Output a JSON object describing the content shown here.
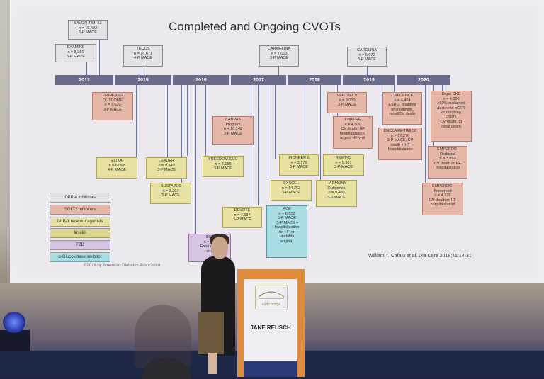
{
  "slide": {
    "title": "Completed and Ongoing CVOTs",
    "citation": "William T. Cefalu et al. Dia Care 2018;41:14-31",
    "copyright": "©2018 by American Diabetes Association",
    "years": [
      "2013",
      "2015",
      "2016",
      "2017",
      "2018",
      "2019",
      "2020"
    ],
    "top_boxes": [
      {
        "text": "SAVOR-TIMI 53\nn = 16,492\n3-P MACE"
      },
      {
        "text": "EXAMINE\nn = 5,380\n3-P MACE"
      },
      {
        "text": "TECOS\nn = 14,671\n4-P MACE"
      },
      {
        "text": "CARMELINA\nn = 7,003\n3-P MACE"
      },
      {
        "text": "CAROLINA\nn = 6,072\n3-P MACE"
      }
    ],
    "bottom_boxes": [
      {
        "text": "EMPA-REG\nOUTCOME\nn = 7,020\n3-P MACE"
      },
      {
        "text": "CANVAS\nProgram\nn = 10,142\n3-P MACE"
      },
      {
        "text": "VERTIS CV\nn = 8,000\n3-P MACE"
      },
      {
        "text": "Dapa-HF\nn = 4,500\nCV death, HF\nhospitalization,\nurgent HF visit"
      },
      {
        "text": "CREDENCE\nn = 4,464\nESRD, doubling\nof creatinine,\nrenal/CV death"
      },
      {
        "text": "DECLARE-TIMI 58\nn = 17,276\n3-P MACE, CV\ndeath + HF\nhospitalization"
      },
      {
        "text": "Dapa-CKD\nn = 4,000\n≥50% sustained\ndecline in eGFR\nor reaching\nESRD,\nCV death, or\nrenal death"
      },
      {
        "text": "EMPEROR-\nReduced\nn = 3,850\nCV death or HF\nhospitalization"
      },
      {
        "text": "EMPEROR-\nPreserved\nn = 4,126\nCV death or HF\nhospitalization"
      },
      {
        "text": "ELIXA\nn = 6,068\n4-P MACE"
      },
      {
        "text": "LEADER\nn = 9,340\n3-P MACE"
      },
      {
        "text": "SUSTAIN-6\nn = 3,297\n3-P MACE"
      },
      {
        "text": "FREEDOM-CVO\nn = 4,156\n3-P MACE"
      },
      {
        "text": "PIONEER 6\nn = 3,176\n3-P MACE"
      },
      {
        "text": "REWIND\nn = 9,901\n3-P MACE"
      },
      {
        "text": "EXSCEL\nn = 14,752\n3-P MACE"
      },
      {
        "text": "HARMONY\nOutcomes\nn = 9,400\n3-P MACE"
      },
      {
        "text": "DEVOTE\nn = 7,637\n3-P MACE"
      },
      {
        "text": "ACE\nn = 6,522\n5-P MACE\n(3-P MACE +\nhospitalization\nfor HF or\nunstable\nangina)"
      },
      {
        "text": "IRIS\nn = 3,8\nFatal or no\nstro"
      }
    ],
    "legend": [
      "DPP-4 inhibitors",
      "SGLT2 inhibitors",
      "GLP-1 receptor agonists",
      "Insulin",
      "TZD",
      "α-Glucosidase inhibitor"
    ],
    "colors": {
      "dpp4": "#e4e2e6",
      "sglt2": "#e6b7a6",
      "glp1": "#e8e2a2",
      "insulin": "#e8e2a2",
      "tzd": "#d8c5e4",
      "agi": "#a9dde4",
      "timeline": "#6b6b8c"
    }
  },
  "podium": {
    "name": "JANE REUSCH",
    "event": "endo bridge"
  }
}
